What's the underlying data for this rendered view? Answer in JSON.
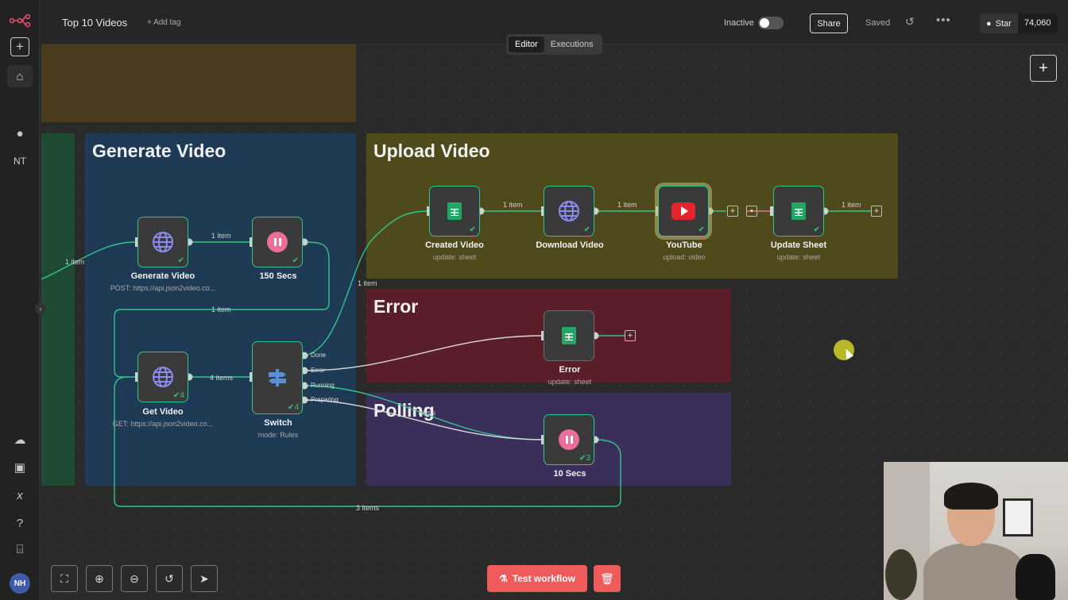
{
  "header": {
    "workflow_title": "Top 10 Videos",
    "add_tag": "+ Add tag",
    "status_label": "Inactive",
    "share_label": "Share",
    "saved_label": "Saved",
    "github_star_label": "Star",
    "github_star_count": "74,060"
  },
  "tabs": [
    {
      "label": "Editor",
      "active": true
    },
    {
      "label": "Executions",
      "active": false
    }
  ],
  "sidebar": {
    "user_initials": "NT",
    "avatar_initials": "NH"
  },
  "sticky_notes": [
    {
      "title": "Generate Video",
      "color": "#1e3a55"
    },
    {
      "title": "Upload Video",
      "color": "#4f4a1c"
    },
    {
      "title": "Error",
      "color": "#5a1e28"
    },
    {
      "title": "Polling",
      "color": "#3a2f5a"
    }
  ],
  "nodes": {
    "generate_video": {
      "label": "Generate Video",
      "subtitle": "POST: https://api.json2video.co..."
    },
    "wait_150": {
      "label": "150 Secs"
    },
    "get_video": {
      "label": "Get Video",
      "subtitle": "GET: https://api.json2video.co..."
    },
    "switch": {
      "label": "Switch",
      "subtitle": "mode: Rules",
      "outputs": [
        "Done",
        "Error",
        "Running",
        "Preparing"
      ]
    },
    "created_video": {
      "label": "Created Video",
      "subtitle": "update: sheet"
    },
    "download_video": {
      "label": "Download Video"
    },
    "youtube": {
      "label": "YouTube",
      "subtitle": "upload: video"
    },
    "update_sheet": {
      "label": "Update Sheet",
      "subtitle": "update: sheet"
    },
    "error": {
      "label": "Error",
      "subtitle": "update: sheet"
    },
    "wait_10": {
      "label": "10 Secs"
    }
  },
  "node_run_counts": {
    "get_video": "4",
    "switch": "4",
    "wait_10": "3"
  },
  "connection_labels": {
    "in_generate": "1 item",
    "generate_to_150": "1 item",
    "loop_150_to_get": "1 item",
    "get_to_switch": "4 items",
    "switch_to_created": "1 item",
    "created_to_download": "1 item",
    "download_to_youtube": "1 item",
    "update_sheet_out": "1 item",
    "switch_to_polling": "3 items",
    "polling_loop_back": "3 items"
  },
  "footer": {
    "test_workflow_label": "Test workflow"
  },
  "colors": {
    "accent_green": "#31c48d",
    "test_button": "#ef5a5a",
    "canvas_bg": "#2a2a2a"
  },
  "icons": [
    "n8n-logo-icon",
    "plus-icon",
    "home-icon",
    "user-icon",
    "cloud-icon",
    "bot-icon",
    "variables-icon",
    "help-icon",
    "gift-icon",
    "history-icon",
    "more-icon",
    "github-icon",
    "fit-view-icon",
    "zoom-in-icon",
    "zoom-out-icon",
    "reset-zoom-icon",
    "cursor-icon",
    "flask-icon",
    "trash-icon",
    "globe-icon",
    "sheets-icon",
    "pause-icon",
    "switch-icon",
    "youtube-icon"
  ]
}
